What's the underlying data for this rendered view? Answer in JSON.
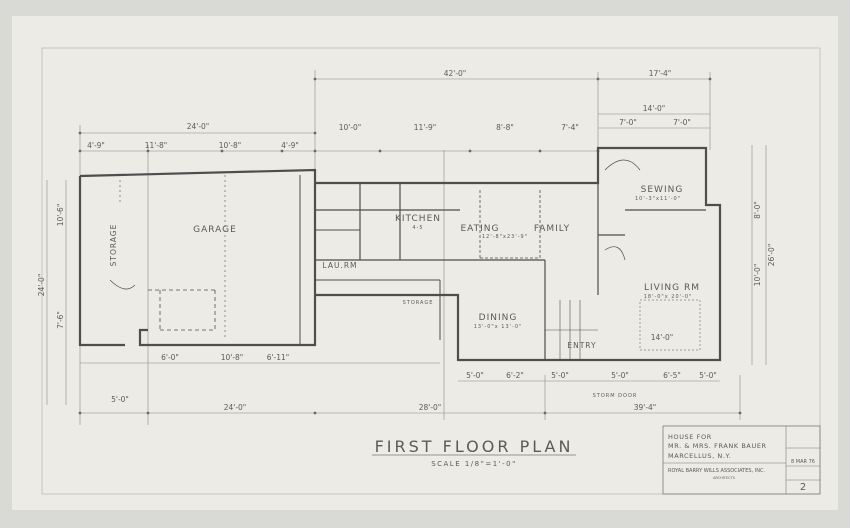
{
  "plan": {
    "title": "FIRST FLOOR PLAN",
    "scale": "SCALE 1/8\"=1'-0\""
  },
  "rooms": {
    "garage": "GARAGE",
    "kitchen": "KITCHEN",
    "kitchen_size": "4-5",
    "eating": "EATING",
    "family": "FAMILY",
    "family_size": "12'-8\"x23'-9\"",
    "sewing": "SEWING",
    "sewing_size": "10'-3\"x11'-0\"",
    "living": "LIVING RM",
    "living_size": "18'-0\"x 20'-0\"",
    "dining": "DINING",
    "dining_size": "13'-0\"x 13'-0\"",
    "entry": "ENTRY",
    "laundry": "LAU.RM",
    "storage": "STORAGE"
  },
  "dims": {
    "top_42": "42'-0\"",
    "top_17": "17'-4\"",
    "top_14": "14'-0\"",
    "top_7a": "7'-0\"",
    "top_7b": "7'-0\"",
    "top_24": "24'-0\"",
    "top_4_9a": "4'-9\"",
    "top_11_8": "11'-8\"",
    "top_10_8": "10'-8\"",
    "top_4_9b": "4'-9\"",
    "top_10_0": "10'-0\"",
    "top_11_9": "11'-9\"",
    "top_8_8": "8'-8\"",
    "top_7_4": "7'-4\"",
    "bot_6_0": "6'-0\"",
    "bot_10_8": "10'-8\"",
    "bot_6_11": "6'-11\"",
    "bot_5_0a": "5'-0\"",
    "bot_6_2": "6'-2\"",
    "bot_5_0b": "5'-0\"",
    "bot_5_0c": "5'-0\"",
    "bot_6_5": "6'-5\"",
    "bot_5_0d": "5'-0\"",
    "bot_5_0e": "5'-0\"",
    "bot_24": "24'-0\"",
    "bot_28": "28'-0\"",
    "bot_39": "39'-4\"",
    "left_24": "24'-0\"",
    "left_10": "10'-6\"",
    "left_7": "7'-6\"",
    "right_26": "26'-0\"",
    "right_10": "10'-0\"",
    "right_8": "8'-0\"",
    "right_14": "14'-0\""
  },
  "notes": {
    "storage_v": "STORAGE",
    "storm_door": "STORM DOOR"
  },
  "title_block": {
    "project_line1": "HOUSE FOR",
    "project_line2": "MR. & MRS. FRANK BAUER",
    "project_line3": "MARCELLUS, N.Y.",
    "firm": "ROYAL BARRY WILLS ASSOCIATES, INC.",
    "firm_sub": "ARCHITECTS",
    "sheet_no": "2",
    "date": "8 MAR 76"
  }
}
